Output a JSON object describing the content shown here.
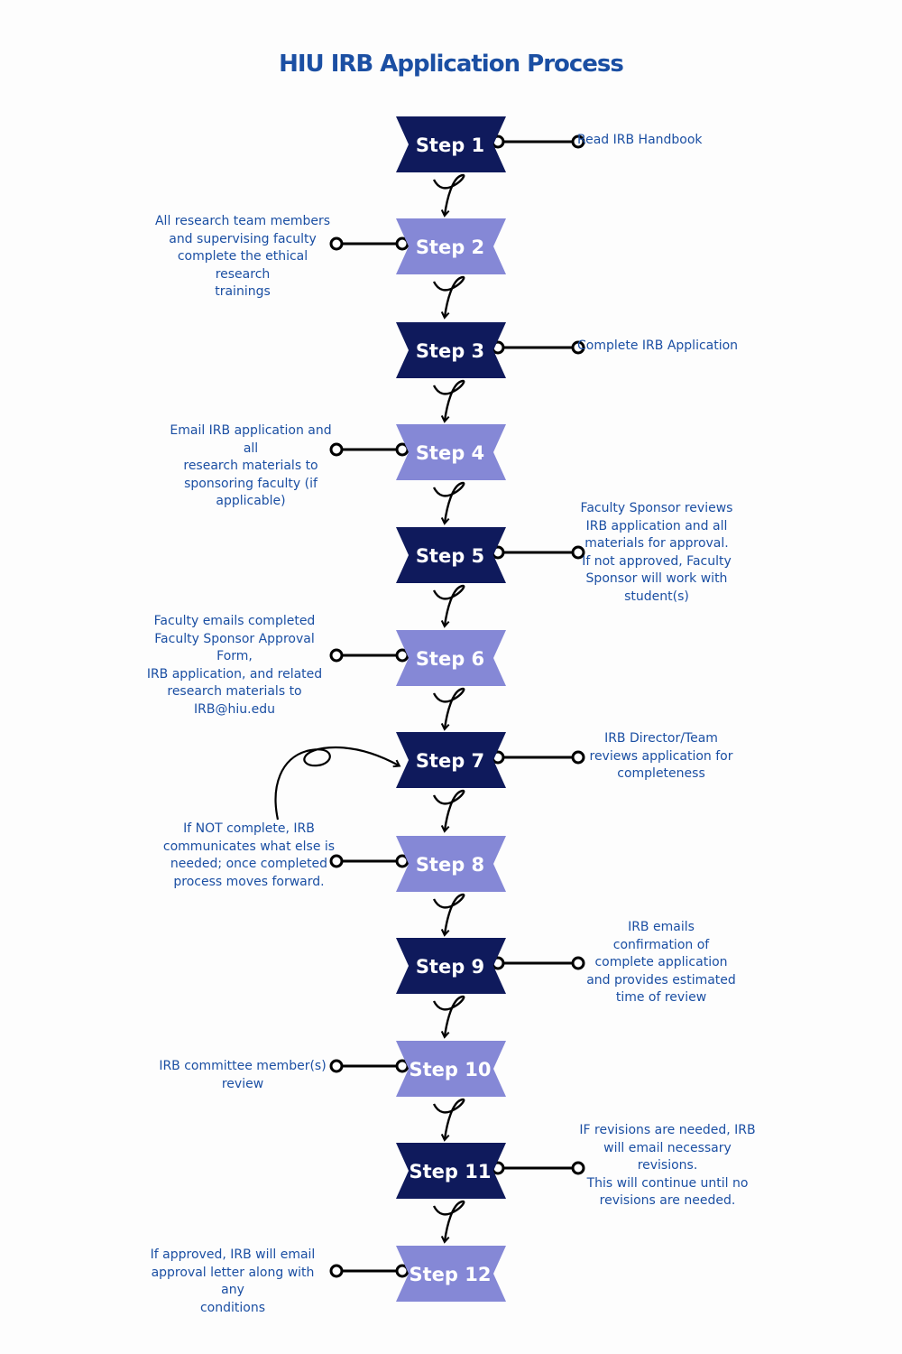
{
  "title": "HIU IRB Application Process",
  "colors": {
    "title": "#1b4fa3",
    "step_dark": "#0f1a5c",
    "step_light": "#8588d6",
    "description_text": "#1b4fa3",
    "connector": "#000000"
  },
  "steps": [
    {
      "label": "Step 1",
      "shade": "dark",
      "side": "right",
      "description": "Read IRB Handbook"
    },
    {
      "label": "Step 2",
      "shade": "light",
      "side": "left",
      "description": "All research team members\nand supervising faculty\ncomplete the ethical research\ntrainings"
    },
    {
      "label": "Step 3",
      "shade": "dark",
      "side": "right",
      "description": "Complete IRB Application"
    },
    {
      "label": "Step 4",
      "shade": "light",
      "side": "left",
      "description": "Email IRB application and all\nresearch materials to\nsponsoring faculty (if\napplicable)"
    },
    {
      "label": "Step 5",
      "shade": "dark",
      "side": "right",
      "description": "Faculty Sponsor reviews\nIRB application and all\nmaterials for approval.\nIf not approved, Faculty\nSponsor will work with\nstudent(s)"
    },
    {
      "label": "Step 6",
      "shade": "light",
      "side": "left",
      "description": "Faculty emails completed\nFaculty Sponsor Approval Form,\nIRB application, and related\nresearch materials to\nIRB@hiu.edu"
    },
    {
      "label": "Step 7",
      "shade": "dark",
      "side": "right",
      "description": "IRB Director/Team\nreviews application for\ncompleteness"
    },
    {
      "label": "Step 8",
      "shade": "light",
      "side": "left",
      "description": "If NOT complete, IRB\ncommunicates what else is\nneeded; once completed\nprocess moves forward."
    },
    {
      "label": "Step 9",
      "shade": "dark",
      "side": "right",
      "description": "IRB emails\nconfirmation of\ncomplete application\nand provides estimated\ntime of review"
    },
    {
      "label": "Step 10",
      "shade": "light",
      "side": "left",
      "description": "IRB committee member(s)\nreview"
    },
    {
      "label": "Step 11",
      "shade": "dark",
      "side": "right",
      "description": "IF revisions are needed, IRB\nwill email necessary revisions.\nThis will continue until no\nrevisions are needed."
    },
    {
      "label": "Step 12",
      "shade": "light",
      "side": "left",
      "description": "If approved, IRB will email\napproval letter along with any\nconditions"
    }
  ]
}
